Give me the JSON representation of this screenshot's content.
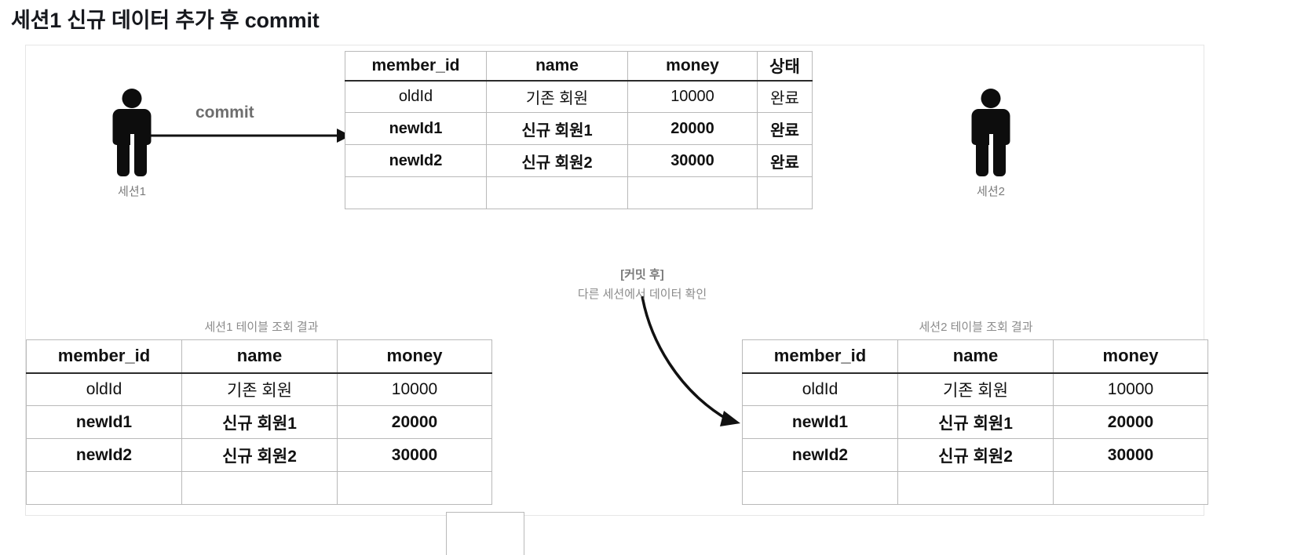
{
  "page": {
    "title": "세션1 신규 데이터 추가 후 commit"
  },
  "diagram": {
    "commit_label": "commit",
    "session1_person_label": "세션1",
    "session2_person_label": "세션2",
    "annotation": {
      "line1": "[커밋 후]",
      "line2": "다른 세션에서 데이터 확인"
    },
    "session1_caption": "세션1 테이블 조회 결과",
    "session2_caption": "세션2 테이블 조회 결과"
  },
  "top_table": {
    "headers": [
      "member_id",
      "name",
      "money",
      "상태"
    ],
    "rows": [
      {
        "member_id": "oldId",
        "name": "기존 회원",
        "money": "10000",
        "status": "완료",
        "bold": false
      },
      {
        "member_id": "newId1",
        "name": "신규 회원1",
        "money": "20000",
        "status": "완료",
        "bold": true
      },
      {
        "member_id": "newId2",
        "name": "신규 회원2",
        "money": "30000",
        "status": "완료",
        "bold": true
      },
      {
        "member_id": "",
        "name": "",
        "money": "",
        "status": "",
        "bold": false
      }
    ]
  },
  "session1_table": {
    "headers": [
      "member_id",
      "name",
      "money"
    ],
    "rows": [
      {
        "member_id": "oldId",
        "name": "기존 회원",
        "money": "10000",
        "bold": false
      },
      {
        "member_id": "newId1",
        "name": "신규 회원1",
        "money": "20000",
        "bold": true
      },
      {
        "member_id": "newId2",
        "name": "신규 회원2",
        "money": "30000",
        "bold": true
      },
      {
        "member_id": "",
        "name": "",
        "money": "",
        "bold": false
      }
    ]
  },
  "session2_table": {
    "headers": [
      "member_id",
      "name",
      "money"
    ],
    "rows": [
      {
        "member_id": "oldId",
        "name": "기존 회원",
        "money": "10000",
        "bold": false
      },
      {
        "member_id": "newId1",
        "name": "신규 회원1",
        "money": "20000",
        "bold": true
      },
      {
        "member_id": "newId2",
        "name": "신규 회원2",
        "money": "30000",
        "bold": true
      },
      {
        "member_id": "",
        "name": "",
        "money": "",
        "bold": false
      }
    ]
  },
  "colors": {
    "text": "#111111",
    "muted": "#7b7b7b",
    "border": "#b9b9b9",
    "header_rule": "#2b2b2b",
    "frame": "#e6e6e6"
  }
}
